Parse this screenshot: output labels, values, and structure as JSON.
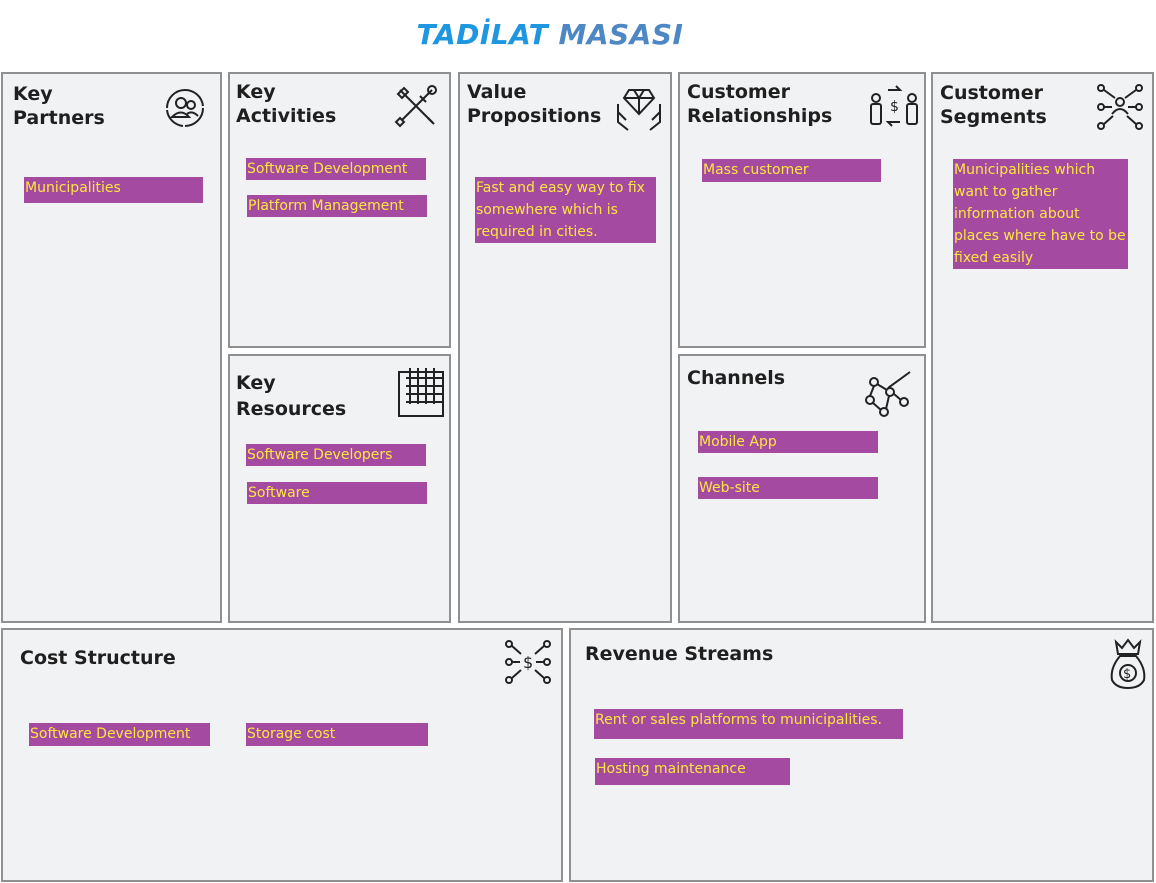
{
  "title": {
    "part1": "TADİLAT",
    "part2": "MASASI"
  },
  "colors": {
    "tag_bg": "#a54aa1",
    "tag_text": "#ffe640",
    "title1": "#1f97e0",
    "title2": "#4d87c4",
    "panel": "#f1f2f4"
  },
  "key_partners": {
    "heading": "Key\nPartners",
    "icon": "people-circle-icon",
    "items": [
      "Municipalities"
    ]
  },
  "key_activities": {
    "heading": "Key\nActivities",
    "icon": "tools-icon",
    "items": [
      "Software Development",
      "Platform Management"
    ]
  },
  "key_resources": {
    "heading": "Key\nResources",
    "icon": "factory-grid-icon",
    "items": [
      "Software Developers",
      "Software"
    ]
  },
  "value_propositions": {
    "heading": "Value\nPropositions",
    "icon": "gift-hands-icon",
    "items": [
      "Fast and easy way to fix somewhere which is required in cities."
    ]
  },
  "customer_relationships": {
    "heading": "Customer\nRelationships",
    "icon": "exchange-people-icon",
    "items": [
      "Mass customer"
    ]
  },
  "channels": {
    "heading": "Channels",
    "icon": "network-icon",
    "items": [
      "Mobile App",
      "Web-site"
    ]
  },
  "customer_segments": {
    "heading": "Customer\nSegments",
    "icon": "segments-icon",
    "items": [
      "Municipalities which want to gather information about places where have to be fixed easily"
    ]
  },
  "cost_structure": {
    "heading": "Cost Structure",
    "icon": "cost-network-icon",
    "items": [
      "Software Development",
      "Storage cost"
    ]
  },
  "revenue_streams": {
    "heading": "Revenue Streams",
    "icon": "money-bag-icon",
    "items": [
      "Rent or sales platforms to municipalities.",
      "Hosting maintenance"
    ]
  }
}
